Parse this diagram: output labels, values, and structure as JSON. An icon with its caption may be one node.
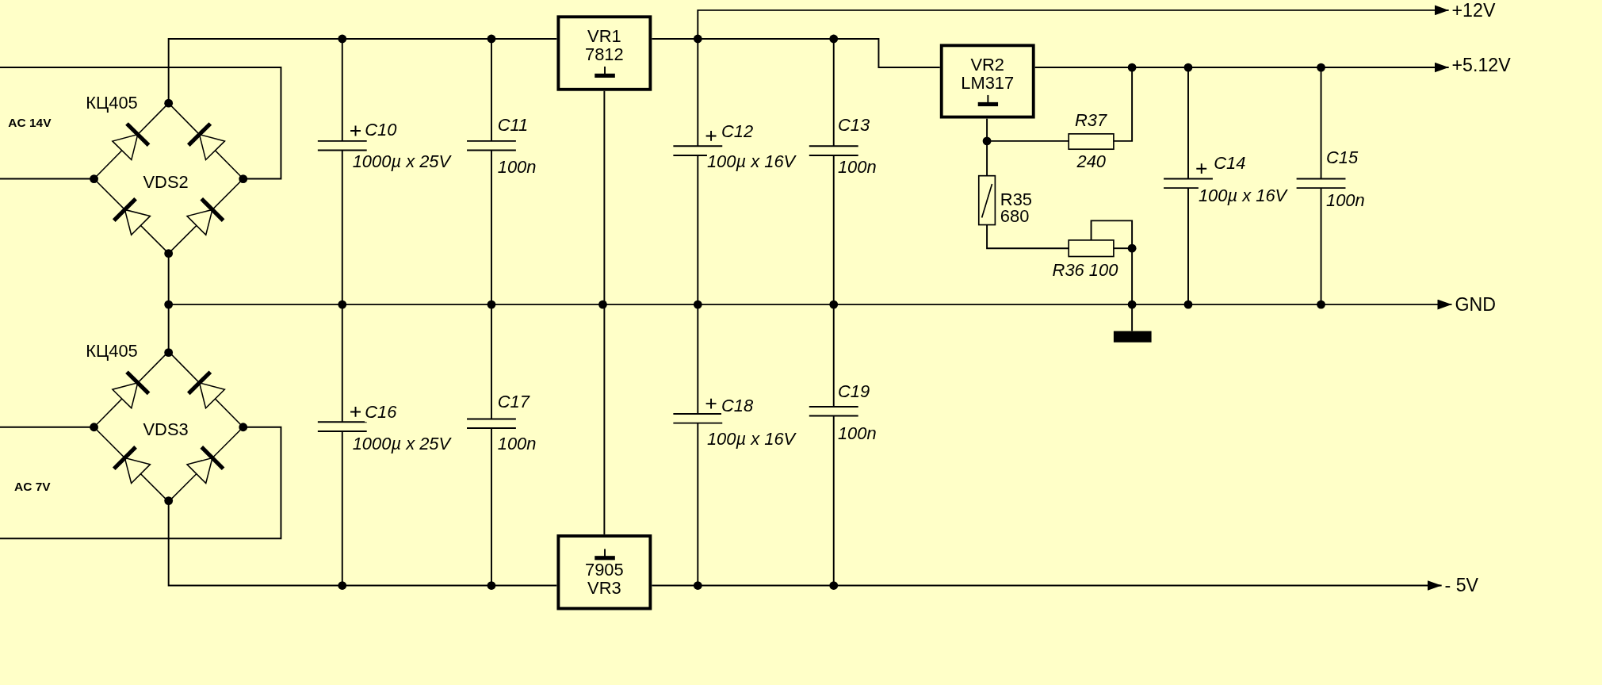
{
  "diagram": {
    "nodes": [
      {
        "text": [
          "VR1",
          "7812"
        ]
      },
      {
        "text": [
          "VR2",
          "LM317"
        ]
      },
      {
        "text": [
          "7905",
          "VR3"
        ]
      },
      {
        "text": [
          "+12V"
        ]
      },
      {
        "text": [
          "+5.12V"
        ]
      },
      {
        "text": [
          "GND"
        ]
      },
      {
        "text": [
          "- 5V"
        ]
      }
    ],
    "edges": [
      {
        "from": 0,
        "to": 2,
        "arrow": "none"
      },
      {
        "from": 0,
        "to": 1,
        "arrow": "none"
      },
      {
        "from": null,
        "to": 3,
        "arrow": "to"
      },
      {
        "from": 1,
        "to": 4,
        "arrow": "to"
      },
      {
        "from": null,
        "to": 5,
        "arrow": "to"
      },
      {
        "from": 2,
        "to": 6,
        "arrow": "to"
      }
    ],
    "labels": [
      "КЦ405",
      "AC 14V",
      "VDS2",
      "C10",
      "1000µ x 25V",
      "C11",
      "100n",
      "C12",
      "100µ x 16V",
      "C13",
      "100n",
      "R37",
      "240",
      "R35",
      "680",
      "C14",
      "100µ x 16V",
      "C15",
      "100n",
      "R36 100",
      "КЦ405",
      "AC 7V",
      "VDS3",
      "C16",
      "1000µ x 25V",
      "C17",
      "100n",
      "C18",
      "100µ x 16V",
      "C19",
      "100n"
    ]
  }
}
